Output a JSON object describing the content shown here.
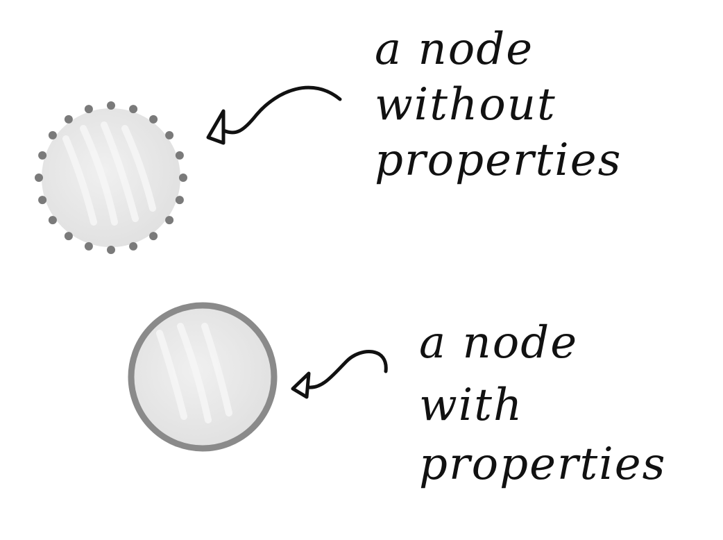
{
  "diagram": {
    "colors": {
      "background": "#ffffff",
      "node_fill": "#e6e6e6",
      "node_fill_light": "#ececec",
      "node_border": "#8a8a8a",
      "dot_color": "#7a7a7a",
      "ink": "#111111"
    },
    "nodes": [
      {
        "id": "node-without-properties",
        "border": "dotted",
        "label_lines": [
          "a node",
          "without",
          "properties"
        ]
      },
      {
        "id": "node-with-properties",
        "border": "solid",
        "label_lines": [
          "a node",
          "with",
          "properties"
        ]
      }
    ]
  }
}
